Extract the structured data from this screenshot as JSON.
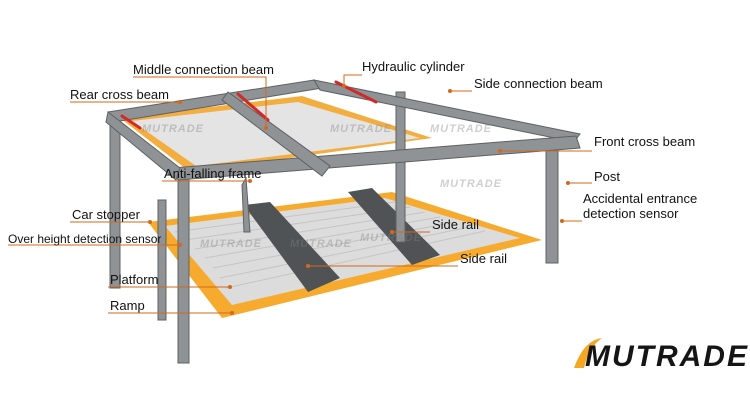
{
  "colors": {
    "steel": "#8f9395",
    "steel_dark": "#5d6163",
    "platform_orange": "#f5a623",
    "hydraulic_red": "#d12a2a",
    "leader_line": "#d2691e"
  },
  "watermark": "MUTRADE",
  "logo": {
    "text": "MUTRADE",
    "icon": "swoosh-logo-icon"
  },
  "labels": {
    "middle_connection_beam": "Middle connection beam",
    "hydraulic_cylinder": "Hydraulic cylinder",
    "rear_cross_beam": "Rear cross beam",
    "side_connection_beam": "Side connection beam",
    "front_cross_beam": "Front cross beam",
    "anti_falling_frame": "Anti-falling frame",
    "post": "Post",
    "accidental_entrance_1": "Accidental entrance",
    "accidental_entrance_2": "detection sensor",
    "car_stopper": "Car stopper",
    "over_height": "Over height detection sensor",
    "side_rail_1": "Side rail",
    "side_rail_2": "Side rail",
    "platform": "Platform",
    "ramp": "Ramp"
  }
}
